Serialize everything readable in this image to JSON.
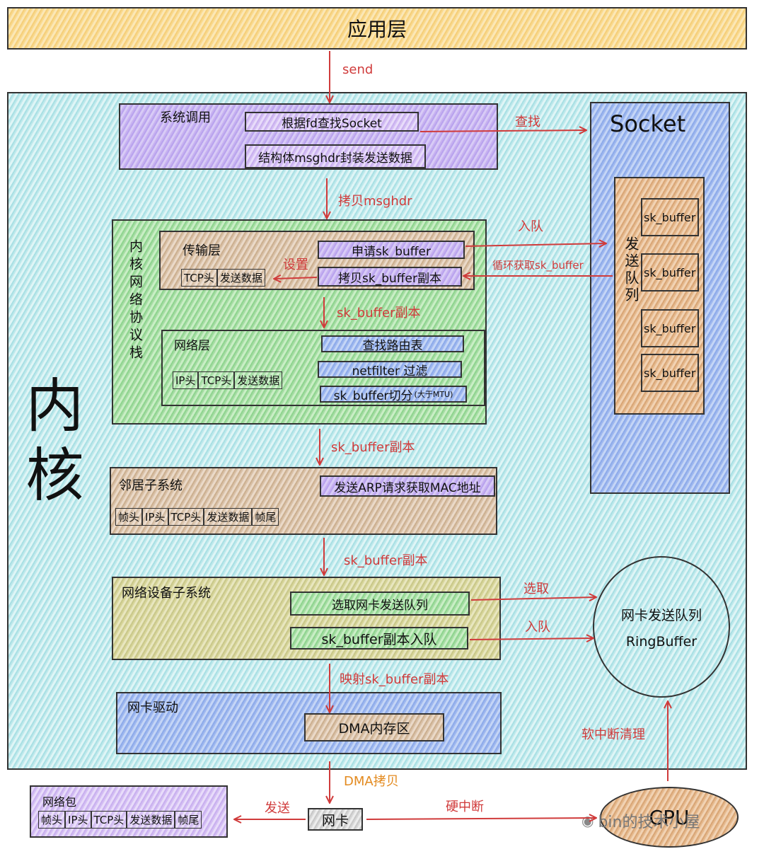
{
  "app_layer": {
    "label": "应用层"
  },
  "kernel": {
    "label": "内核"
  },
  "arrows": {
    "send": "send",
    "lookup": "查找",
    "copy_msghdr": "拷贝msghdr",
    "enqueue_top": "入队",
    "loop_fetch": "循环获取sk_buffer",
    "set": "设置",
    "skb_copy_1": "sk_buffer副本",
    "skb_copy_2": "sk_buffer副本",
    "skb_copy_3": "sk_buffer副本",
    "select": "选取",
    "enqueue_ring": "入队",
    "map_copy": "映射sk_buffer副本",
    "soft_irq": "软中断清理",
    "dma_copy": "DMA拷贝",
    "send_out": "发送",
    "hard_irq": "硬中断"
  },
  "syscall": {
    "title": "系统调用",
    "step1": "根据fd查找Socket",
    "step2": "结构体msghdr封装发送数据"
  },
  "socket": {
    "title": "Socket",
    "queue_label": "发送队列",
    "buffers": [
      "sk_buffer",
      "sk_buffer",
      "sk_buffer",
      "sk_buffer"
    ]
  },
  "stack": {
    "title": "内核网络协议栈",
    "transport": {
      "title": "传输层",
      "step1": "申请sk_buffer",
      "step2": "拷贝sk_buffer副本",
      "headers": [
        "TCP头",
        "发送数据"
      ]
    },
    "network": {
      "title": "网络层",
      "step1": "查找路由表",
      "step2": "netfilter 过滤",
      "step3": "sk_buffer切分",
      "step3_note": "(大于MTU)",
      "headers": [
        "IP头",
        "TCP头",
        "发送数据"
      ]
    }
  },
  "neighbor": {
    "title": "邻居子系统",
    "step": "发送ARP请求获取MAC地址",
    "headers": [
      "帧头",
      "IP头",
      "TCP头",
      "发送数据",
      "帧尾"
    ]
  },
  "netdev": {
    "title": "网络设备子系统",
    "step1": "选取网卡发送队列",
    "step2": "sk_buffer副本入队"
  },
  "ring": {
    "line1": "网卡发送队列",
    "line2": "RingBuffer"
  },
  "driver": {
    "title": "网卡驱动",
    "step": "DMA内存区"
  },
  "packet": {
    "title": "网络包",
    "headers": [
      "帧头",
      "IP头",
      "TCP头",
      "发送数据",
      "帧尾"
    ]
  },
  "nic": {
    "label": "网卡"
  },
  "cpu": {
    "label": "CPU"
  },
  "watermark": {
    "text": "bin的技术小屋"
  },
  "colors": {
    "arrow": "#d03b3b",
    "text_red": "#d03b3b"
  }
}
